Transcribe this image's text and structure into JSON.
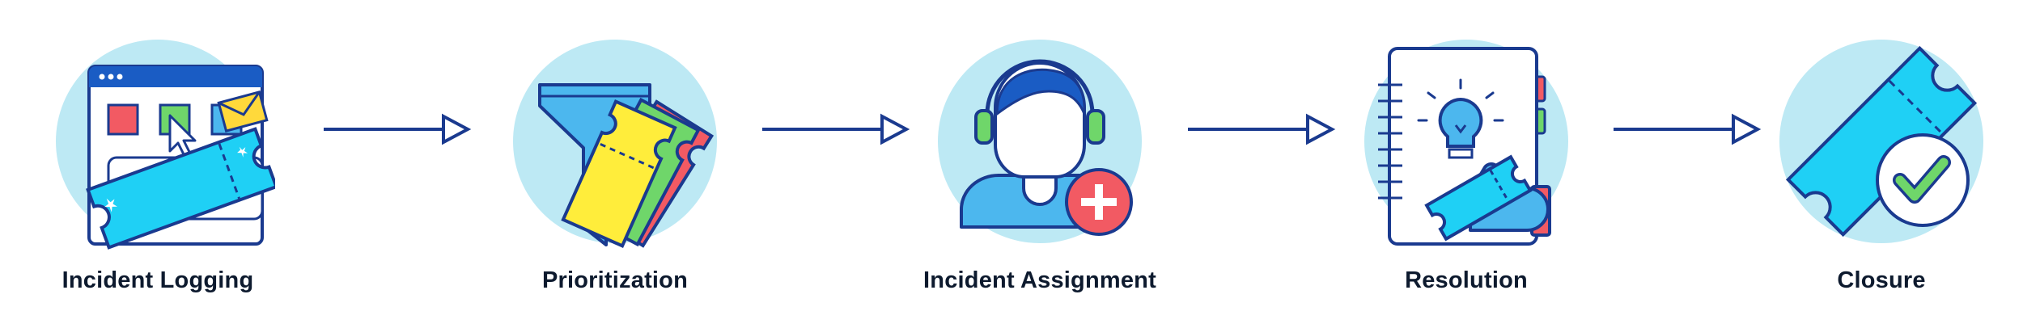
{
  "steps": [
    {
      "id": "logging",
      "label": "Incident Logging",
      "icon": "browser-ticket-icon"
    },
    {
      "id": "prioritization",
      "label": "Prioritization",
      "icon": "funnel-tickets-icon"
    },
    {
      "id": "assignment",
      "label": "Incident Assignment",
      "icon": "support-agent-plus-icon"
    },
    {
      "id": "resolution",
      "label": "Resolution",
      "icon": "notebook-thumbs-up-icon"
    },
    {
      "id": "closure",
      "label": "Closure",
      "icon": "ticket-check-icon"
    }
  ],
  "colors": {
    "circle": "#bde9f4",
    "outline": "#1a3a8f",
    "ticket": "#1fd0f5",
    "yellow": "#ffed3b",
    "green": "#6fd66a",
    "red": "#f25a63",
    "blue": "#4cb7ee",
    "label": "#0d1a2e"
  }
}
